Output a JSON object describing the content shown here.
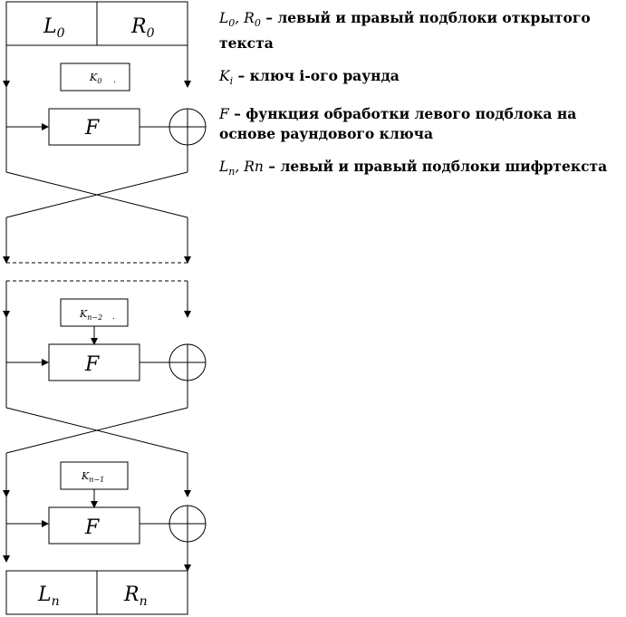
{
  "diagram": {
    "top_block": {
      "left": "L",
      "left_sub": "0",
      "right": "R",
      "right_sub": "0"
    },
    "bottom_block": {
      "left": "L",
      "left_sub": "n",
      "right": "R",
      "right_sub": "n"
    },
    "rounds": [
      {
        "key": "K",
        "key_sub": "0",
        "function": "F"
      },
      {
        "key": "K",
        "key_sub": "n−2",
        "function": "F"
      },
      {
        "key": "K",
        "key_sub": "n−1",
        "function": "F"
      }
    ]
  },
  "legend": {
    "item1": {
      "sym_a": "L",
      "sub_a": "0",
      "sep": ", ",
      "sym_b": "R",
      "sub_b": "0",
      "text": " – левый и правый подблоки открытого текста"
    },
    "item2": {
      "sym": "K",
      "sub": "i",
      "text": " – ключ i-ого раунда"
    },
    "item3": {
      "sym": "F",
      "text": " – функция обработки левого подблока на основе раундового ключа"
    },
    "item4": {
      "sym_a": "L",
      "sub_a": "n",
      "sep": ", ",
      "sym_b": "Rn",
      "text": " – левый и правый подблоки шифртекста"
    }
  }
}
